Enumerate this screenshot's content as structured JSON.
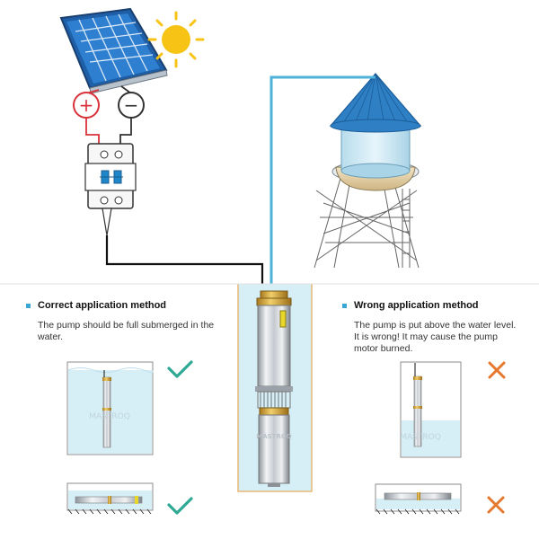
{
  "correct": {
    "heading": "Correct application method",
    "description": "The pump should be full submerged in the water."
  },
  "wrong": {
    "heading": "Wrong application method",
    "description": "The pump is put above the water level. It is wrong! It may cause the pump motor burned."
  },
  "polarity": {
    "positive": "+",
    "negative": "−"
  },
  "watermark": "MASTROQ",
  "colors": {
    "water": "#d6eef6",
    "well_border": "#e8b874",
    "pipe": "#4fb3d9",
    "tank_roof": "#2e7fc4",
    "check": "#2fa894",
    "cross": "#e6782e",
    "sun": "#f7c315",
    "panel_cell": "#2f7fd0",
    "breaker_switch": "#1f86c9",
    "wire_positive": "#d9323a",
    "wire_negative": "#333333"
  }
}
